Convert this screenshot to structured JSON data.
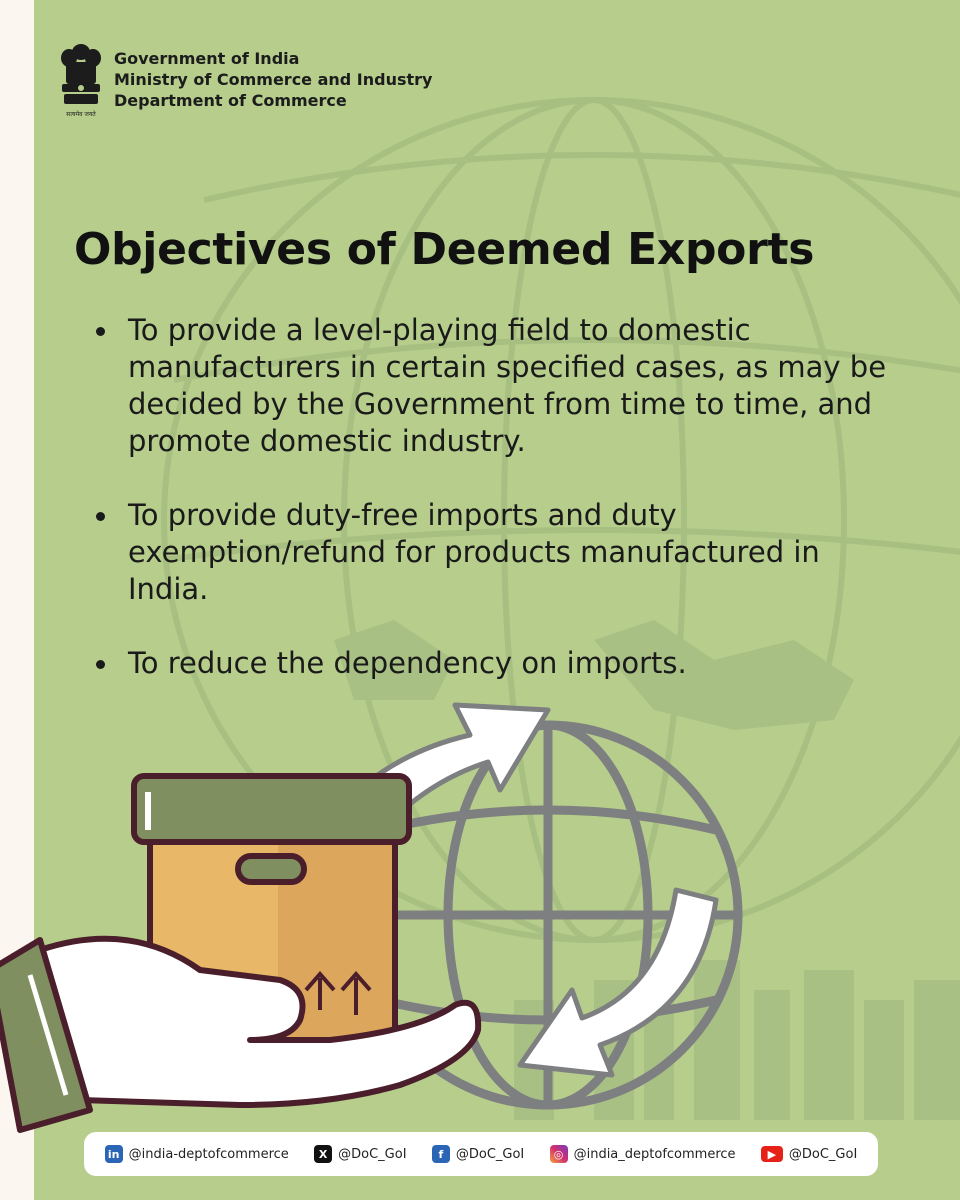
{
  "header": {
    "emblem_motto": "सत्यमेव जयते",
    "line1": "Government of India",
    "line2": "Ministry of Commerce and Industry",
    "line3": "Department of Commerce"
  },
  "title": "Objectives of Deemed Exports",
  "objectives": [
    "To provide a level-playing field to domestic manufacturers in certain specified cases, as may be decided by the Government from time to time, and promote domestic industry.",
    "To provide duty-free imports and duty exemption/refund for products manufactured in India.",
    "To reduce the dependency on imports."
  ],
  "social": [
    {
      "icon": "linkedin-icon",
      "handle": "@india-deptofcommerce"
    },
    {
      "icon": "x-icon",
      "handle": "@DoC_GoI"
    },
    {
      "icon": "facebook-icon",
      "handle": "@DoC_GoI"
    },
    {
      "icon": "instagram-icon",
      "handle": "@india_deptofcommerce"
    },
    {
      "icon": "youtube-icon",
      "handle": "@DoC_GoI"
    }
  ],
  "colors": {
    "background": "#b6cd8c",
    "side_strip": "#fbf6ef",
    "box_lid": "#7f8f60",
    "box_body": "#e8b868",
    "outline": "#4a1e2a",
    "globe": "#7d7f80"
  }
}
